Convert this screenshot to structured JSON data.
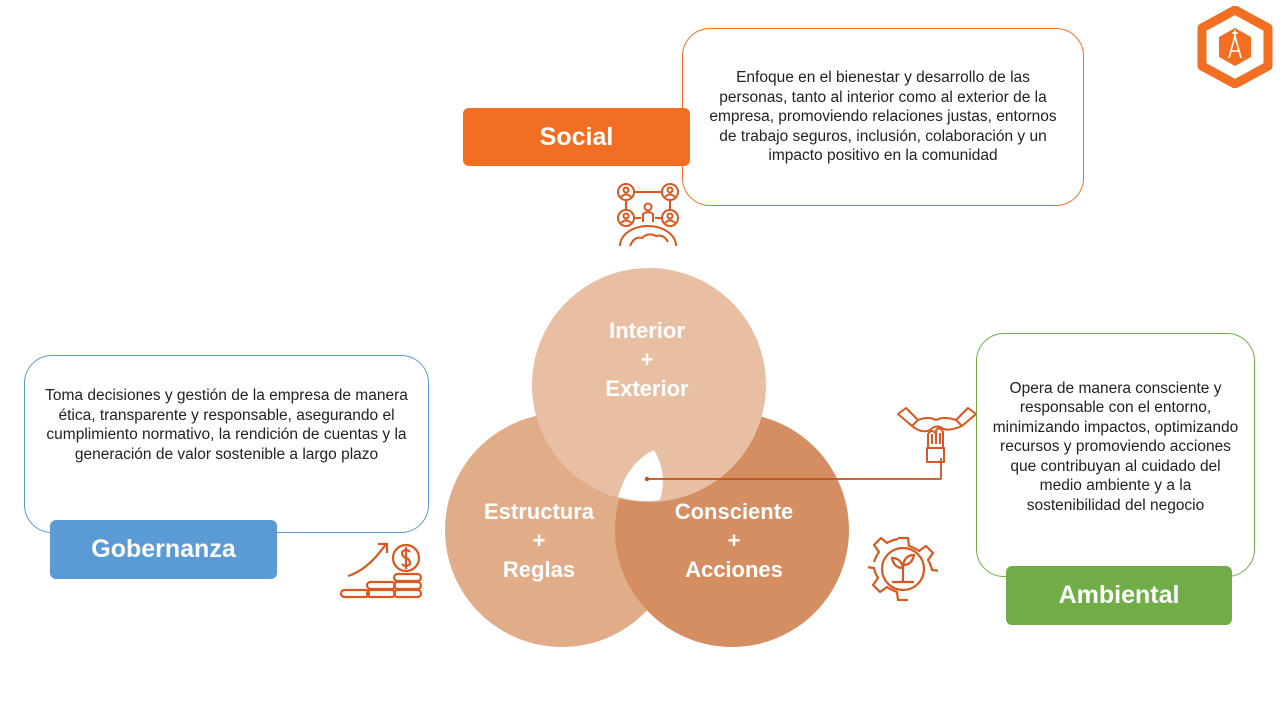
{
  "colors": {
    "social": "#F26E22",
    "gobernanza": "#5B9BD5",
    "ambiental": "#70AD47",
    "circle_top": "#E8BFA3",
    "circle_left": "#E1AC88",
    "circle_right": "#D48E62",
    "icon": "#D9581F"
  },
  "social": {
    "label": "Social",
    "description": "Enfoque en el bienestar y desarrollo de las personas, tanto al interior como  al exterior de la empresa, promoviendo relaciones justas, entornos de trabajo seguros, inclusión, colaboración  y un impacto positivo en la comunidad"
  },
  "gobernanza": {
    "label": "Gobernanza",
    "description": "Toma decisiones y gestión de la empresa de manera ética, transparente y responsable, asegurando el cumplimiento normativo, la rendición de cuentas y la generación de valor sostenible a largo plazo"
  },
  "ambiental": {
    "label": "Ambiental",
    "description": "Opera de manera consciente y responsable con el entorno, minimizando impactos, optimizando recursos y promoviendo acciones que contribuyan al cuidado del medio ambiente y a la sostenibilidad del negocio"
  },
  "venn": {
    "top": {
      "line1": "Interior",
      "line2": "+",
      "line3": "Exterior"
    },
    "left": {
      "line1": "Estructura",
      "line2": "+",
      "line3": "Reglas"
    },
    "right": {
      "line1": "Consciente",
      "line2": "+",
      "line3": "Acciones"
    }
  },
  "icons": {
    "logo": "hexagon-logo-icon",
    "social": "people-network-globe-icon",
    "gobernanza": "coins-growth-icon",
    "ambiental": "plant-gear-icon",
    "connector": "hands-together-icon"
  }
}
